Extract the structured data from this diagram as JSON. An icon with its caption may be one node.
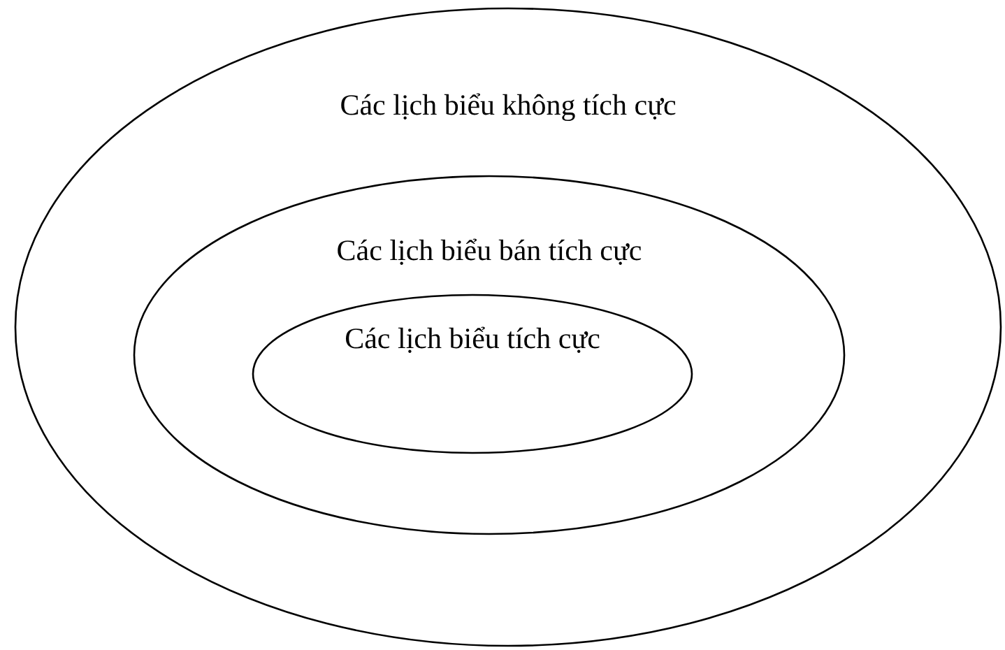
{
  "diagram": {
    "nodes": [
      {
        "text": [
          "Các lịch biểu không tích cực"
        ]
      },
      {
        "text": [
          "Các lịch biểu bán tích cực"
        ],
        "in": 0
      },
      {
        "text": [
          "Các lịch biểu tích cực"
        ],
        "in": 1
      }
    ]
  }
}
